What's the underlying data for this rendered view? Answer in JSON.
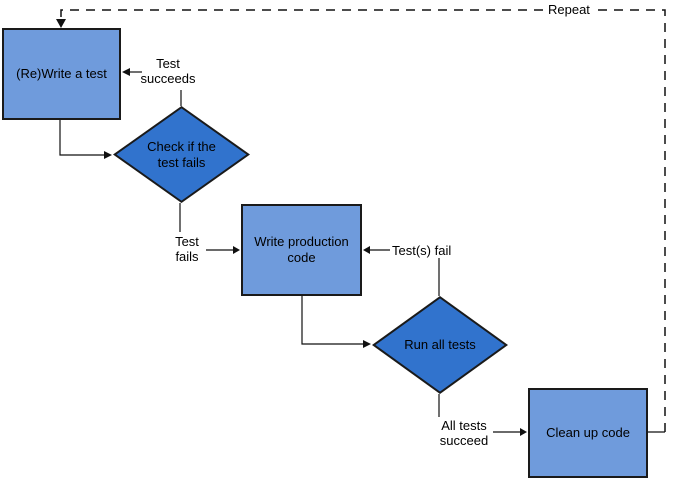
{
  "diagram": {
    "type": "flowchart",
    "subject": "test-driven development cycle",
    "loop_label": "Repeat",
    "nodes": {
      "write_test": {
        "label": "(Re)Write a test",
        "shape": "process"
      },
      "check_test_fails": {
        "label": "Check if the test fails",
        "shape": "decision"
      },
      "write_production_code": {
        "label": "Write production code",
        "shape": "process"
      },
      "run_all_tests": {
        "label": "Run all tests",
        "shape": "decision"
      },
      "clean_up_code": {
        "label": "Clean up code",
        "shape": "process"
      }
    },
    "edge_labels": {
      "test_succeeds": "Test succeeds",
      "test_fails": "Test fails",
      "tests_fail": "Test(s) fail",
      "all_tests_succeed": "All tests succeed"
    },
    "colors": {
      "process_fill": "#6f9bdc",
      "decision_fill": "#3173cd",
      "shape_border": "#1a1a1a",
      "connector": "#111111",
      "background": "#ffffff"
    }
  }
}
